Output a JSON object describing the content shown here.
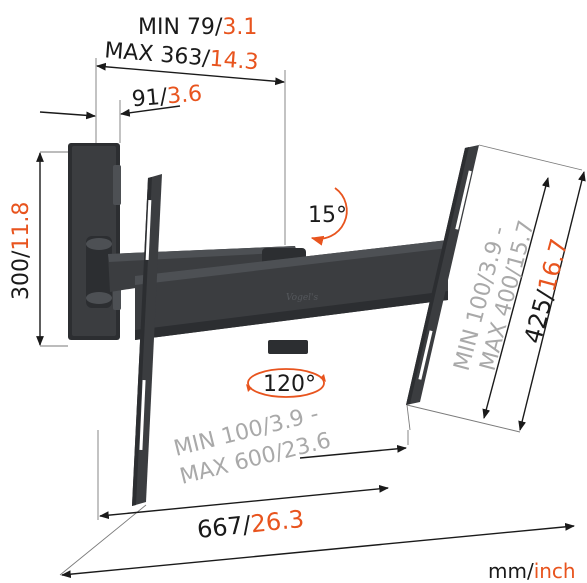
{
  "dimensions": {
    "depth_min": {
      "mm": "79",
      "inch": "3.1"
    },
    "depth_max": {
      "mm": "363",
      "inch": "14.3"
    },
    "wall_plate_depth": {
      "mm": "91",
      "inch": "3.6"
    },
    "wall_plate_height": {
      "mm": "300",
      "inch": "11.8"
    },
    "vesa_vertical_min": {
      "mm": "100",
      "inch": "3.9"
    },
    "vesa_vertical_max": {
      "mm": "400",
      "inch": "15.7"
    },
    "bracket_height": {
      "mm": "425",
      "inch": "16.7"
    },
    "vesa_horizontal_min": {
      "mm": "100",
      "inch": "3.9"
    },
    "vesa_horizontal_max": {
      "mm": "600",
      "inch": "23.6"
    },
    "bracket_width": {
      "mm": "667",
      "inch": "26.3"
    }
  },
  "labels": {
    "min": "MIN",
    "max": "MAX",
    "sep": "/",
    "dash": " -",
    "tilt": "15°",
    "swivel": "120°",
    "unit_mm": "mm/",
    "unit_inch": "inch"
  },
  "colors": {
    "mm": "#1a1a1a",
    "inch": "#e8541e",
    "vesa": "#a9a9a9",
    "metal": "#3b3d40"
  }
}
